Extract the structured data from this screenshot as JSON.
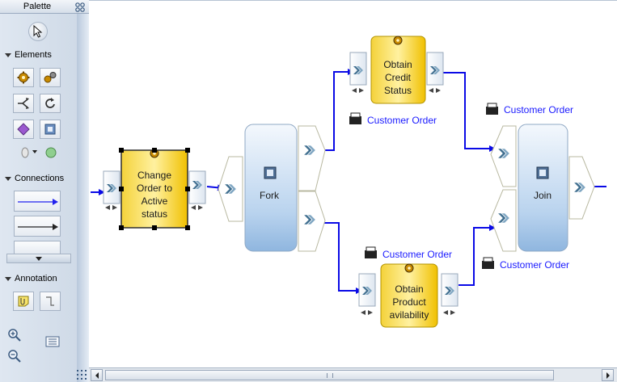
{
  "palette": {
    "title": "Palette",
    "sections": {
      "elements": "Elements",
      "connections": "Connections",
      "annotation": "Annotation"
    }
  },
  "diagram": {
    "nodes": {
      "change_order": [
        "Change",
        "Order to",
        "Active",
        "status"
      ],
      "fork": "Fork",
      "join": "Join",
      "credit": [
        "Obtain",
        "Credit",
        "Status"
      ],
      "product": [
        "Obtain",
        "Product",
        "avilability"
      ]
    },
    "labels": {
      "credit_in": "Customer Order",
      "credit_out": "Customer Order",
      "product_in": "Customer Order",
      "product_out": "Customer Order"
    }
  },
  "colors": {
    "task_fill": "#f5c400",
    "fork_fill": "#b8d4ee",
    "connector": "#0a0ae6",
    "label": "#1a1aff"
  }
}
